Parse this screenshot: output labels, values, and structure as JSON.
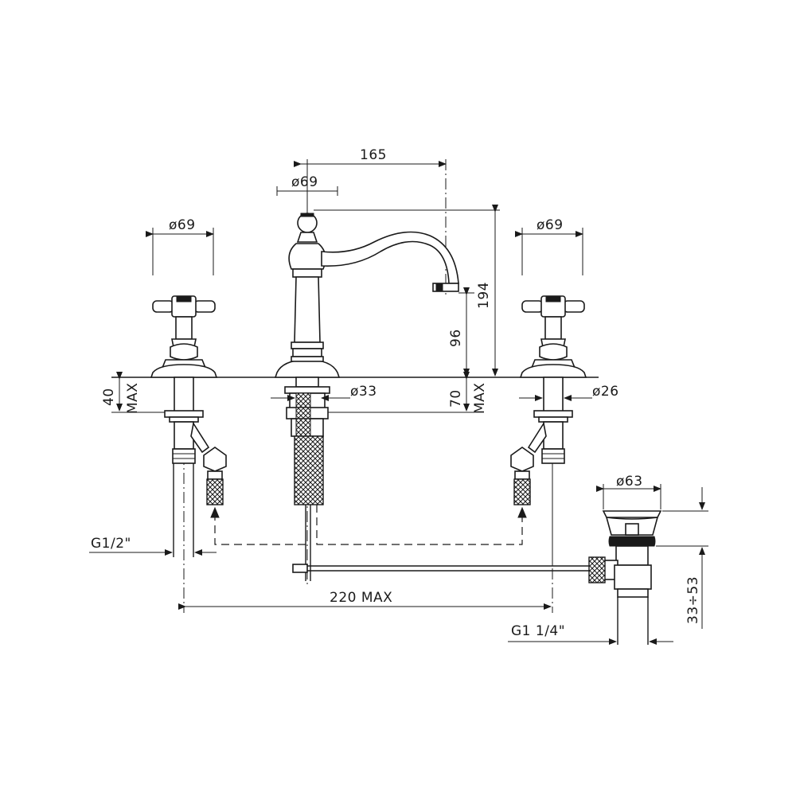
{
  "dimensions": {
    "spout_reach": "165",
    "spout_diameter": "ø69",
    "left_handle_diameter": "ø69",
    "right_handle_diameter": "ø69",
    "total_height": "194",
    "spout_height": "96",
    "left_max_thickness": "40",
    "left_max_label": "MAX",
    "center_max_thickness": "70",
    "center_max_label": "MAX",
    "shank_diameter_center": "ø33",
    "shank_diameter_right": "ø26",
    "waste_diameter": "ø63",
    "waste_range": "33÷53",
    "inlet_thread": "G1/2\"",
    "waste_thread": "G1  1/4\"",
    "max_spread": "220  MAX"
  },
  "colors": {
    "line": "#1a1a1a",
    "background": "#ffffff"
  }
}
